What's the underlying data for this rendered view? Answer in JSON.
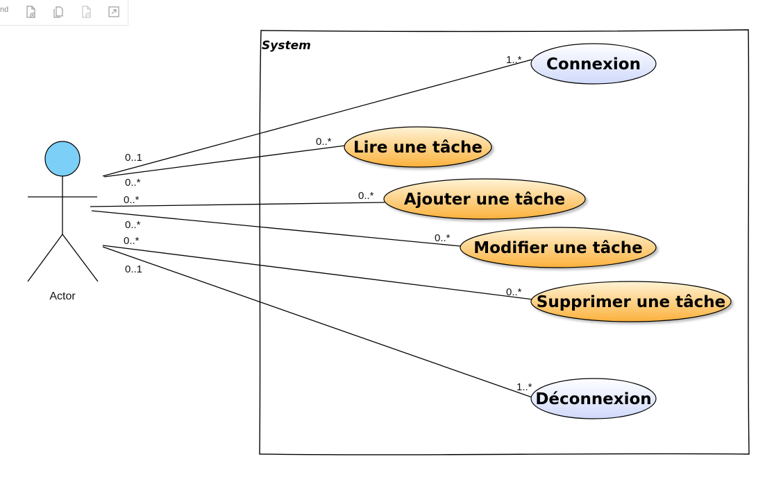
{
  "toolbar": {
    "cut_text": "nd",
    "buttons": [
      {
        "icon": "new-page-icon"
      },
      {
        "icon": "duplicate-page-icon"
      },
      {
        "icon": "delete-page-icon"
      },
      {
        "icon": "expand-icon"
      }
    ]
  },
  "diagram": {
    "system_label": "System",
    "actor_label": "Actor",
    "colors": {
      "actor_head": "#7ccff7",
      "orange_top": "#fff3d6",
      "orange_bottom": "#fbb13c",
      "blue_top": "#ffffff",
      "blue_bottom": "#cfd9fb",
      "stroke": "#000000"
    },
    "use_cases": [
      {
        "label": "Connexion",
        "style": "blue",
        "actor_mult": "0..1",
        "uc_mult": "1..*"
      },
      {
        "label": "Lire une tâche",
        "style": "orange",
        "actor_mult": "0..*",
        "uc_mult": "0..*"
      },
      {
        "label": "Ajouter une tâche",
        "style": "orange",
        "actor_mult": "0..*",
        "uc_mult": "0..*"
      },
      {
        "label": "Modifier une tâche",
        "style": "orange",
        "actor_mult": "0..*",
        "uc_mult": "0..*"
      },
      {
        "label": "Supprimer une tâche",
        "style": "orange",
        "actor_mult": "0..*",
        "uc_mult": "0..*"
      },
      {
        "label": "Déconnexion",
        "style": "blue",
        "actor_mult": "0..1",
        "uc_mult": "1..*"
      }
    ]
  }
}
